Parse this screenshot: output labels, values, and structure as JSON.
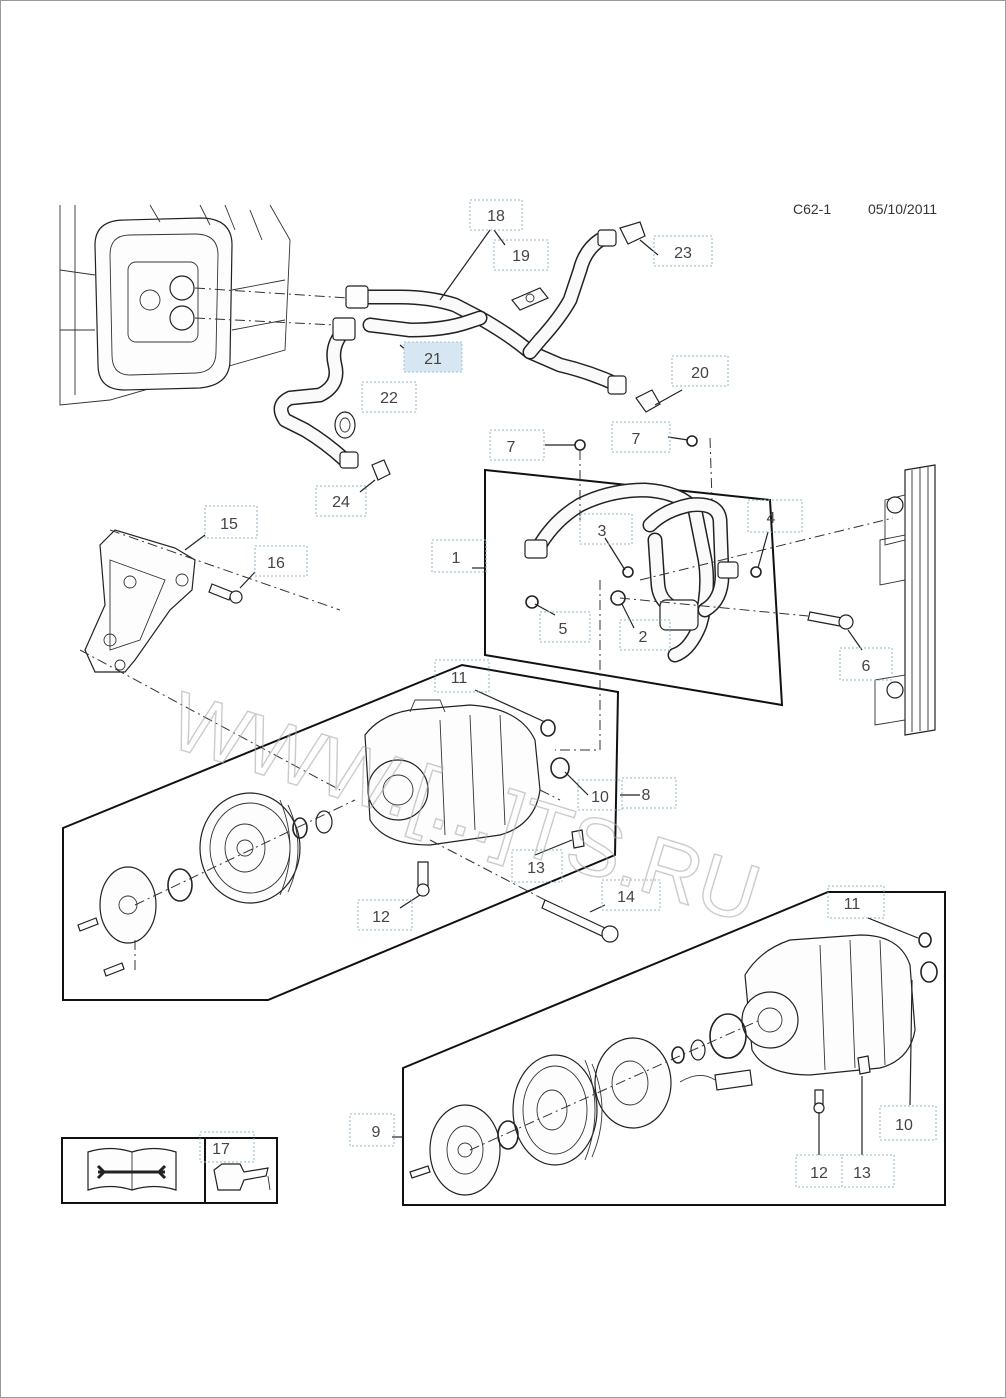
{
  "header": {
    "code": "C62-1",
    "date": "05/10/2011"
  },
  "watermark": "WWW.[...]TS.RU",
  "callouts": [
    {
      "id": "c18",
      "label": "18"
    },
    {
      "id": "c19",
      "label": "19"
    },
    {
      "id": "c23",
      "label": "23"
    },
    {
      "id": "c21",
      "label": "21"
    },
    {
      "id": "c22",
      "label": "22"
    },
    {
      "id": "c20",
      "label": "20"
    },
    {
      "id": "c24",
      "label": "24"
    },
    {
      "id": "c7a",
      "label": "7"
    },
    {
      "id": "c7b",
      "label": "7"
    },
    {
      "id": "c1",
      "label": "1"
    },
    {
      "id": "c3",
      "label": "3"
    },
    {
      "id": "c4",
      "label": "4"
    },
    {
      "id": "c5",
      "label": "5"
    },
    {
      "id": "c2",
      "label": "2"
    },
    {
      "id": "c6",
      "label": "6"
    },
    {
      "id": "c15",
      "label": "15"
    },
    {
      "id": "c16",
      "label": "16"
    },
    {
      "id": "c11a",
      "label": "11"
    },
    {
      "id": "c10a",
      "label": "10"
    },
    {
      "id": "c8",
      "label": "8"
    },
    {
      "id": "c13a",
      "label": "13"
    },
    {
      "id": "c12a",
      "label": "12"
    },
    {
      "id": "c14",
      "label": "14"
    },
    {
      "id": "c11b",
      "label": "11"
    },
    {
      "id": "c10b",
      "label": "10"
    },
    {
      "id": "c9",
      "label": "9"
    },
    {
      "id": "c12b",
      "label": "12"
    },
    {
      "id": "c13b",
      "label": "13"
    },
    {
      "id": "c17",
      "label": "17"
    }
  ],
  "highlighted": "21"
}
